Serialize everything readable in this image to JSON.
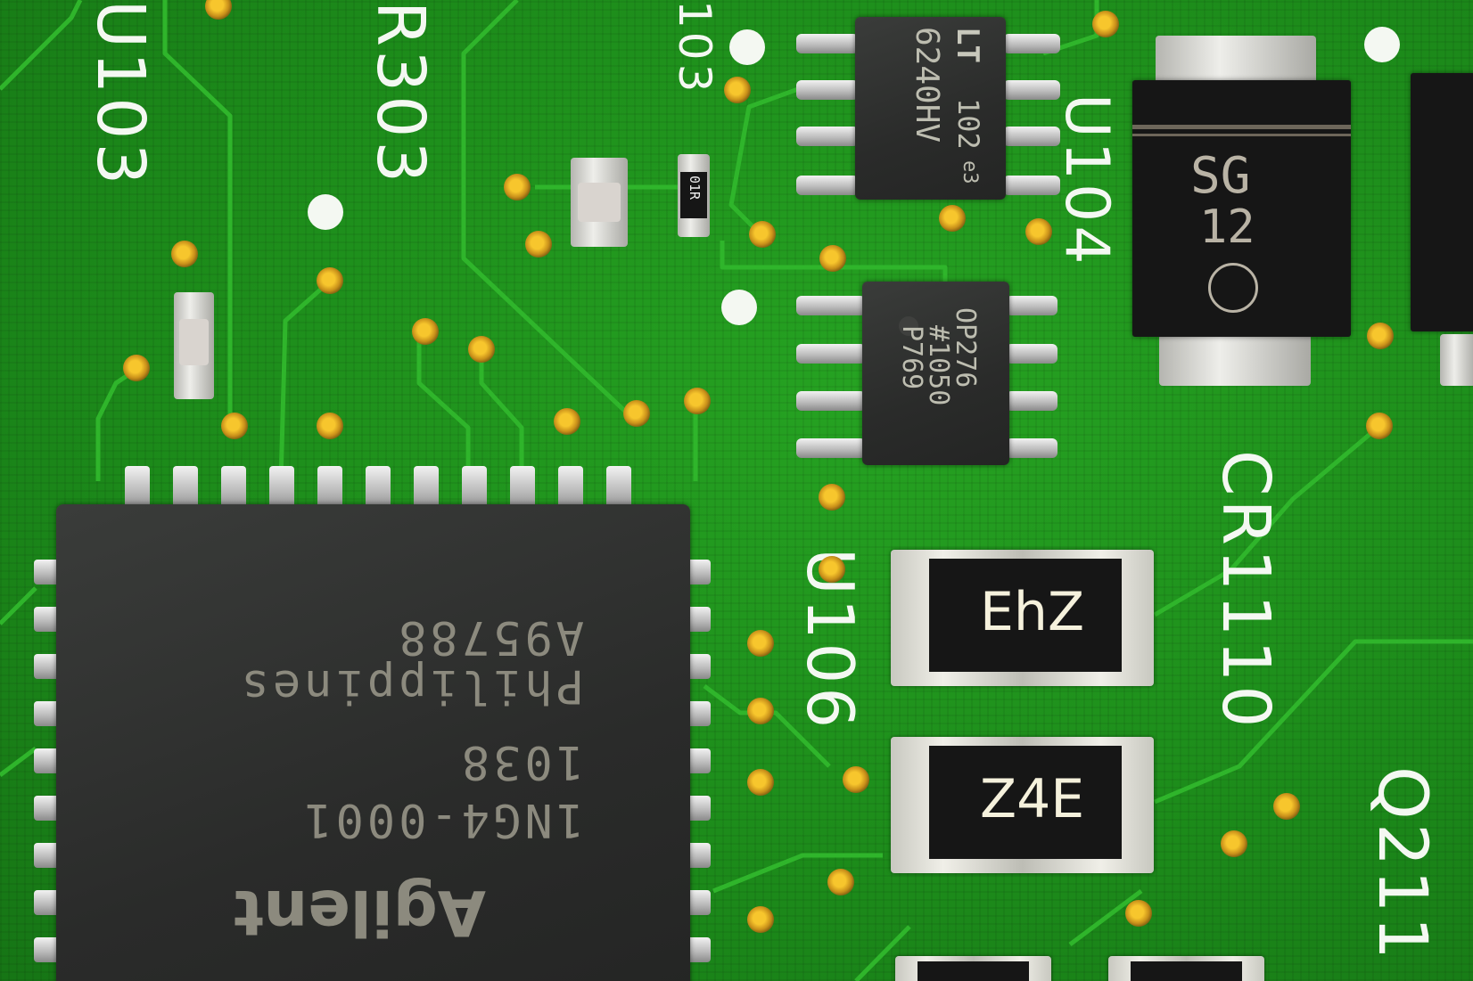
{
  "silkscreen": {
    "u103": "U103",
    "r303": "-R303",
    "ref_103": "103",
    "u104": "U104",
    "u106": "U106",
    "cr1110": "CR1110",
    "q211": "Q211"
  },
  "components": {
    "u104_chip": {
      "logo": "LT",
      "line1": "102",
      "line2": "6240HV",
      "line3": "e3"
    },
    "u106_chip": {
      "line1": "OP276",
      "line2": "#1050",
      "line3": "P769"
    },
    "diode": {
      "line1": "SG",
      "line2": "12"
    },
    "small_resistor": {
      "code": "01R"
    },
    "resistor_top": {
      "code": "EhZ"
    },
    "resistor_bottom": {
      "code": "Z4E"
    },
    "main_chip": {
      "brand": "Agilent",
      "line1": "1NG4-0001",
      "line2": "1038",
      "line3": "Philippines",
      "line4": "A95788"
    }
  },
  "colors": {
    "board": "#1f8a1c",
    "silkscreen": "#f4f8f2",
    "via": "#f7c62d",
    "chip": "#2a2b2a"
  }
}
